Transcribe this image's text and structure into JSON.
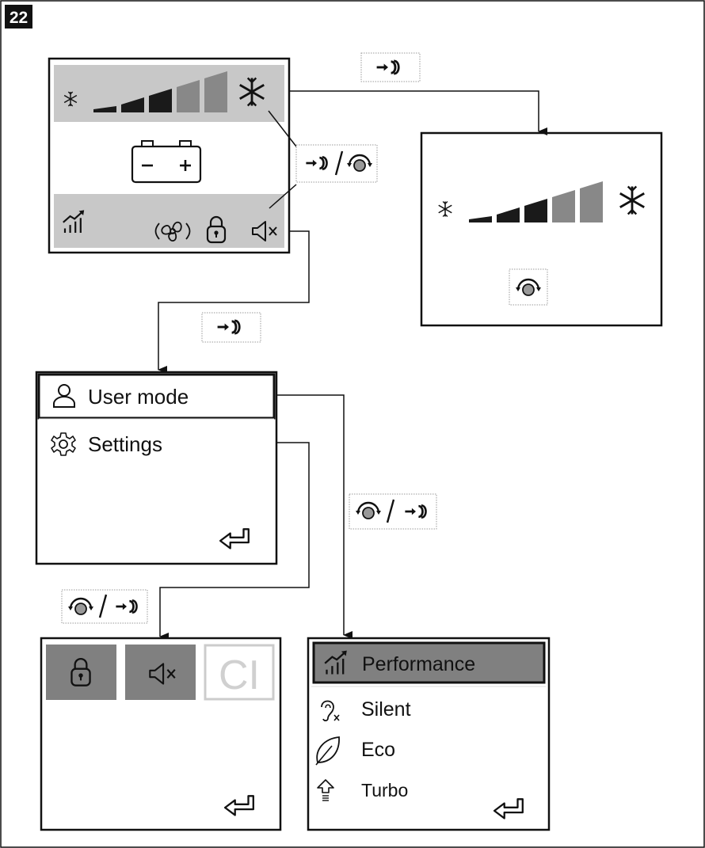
{
  "figure_number": "22",
  "menu": {
    "items": [
      {
        "label": "User mode",
        "icon": "user-icon",
        "selected": true
      },
      {
        "label": "Settings",
        "icon": "gear-icon",
        "selected": false
      }
    ],
    "back_icon": "return-arrow-icon"
  },
  "settings_panel": {
    "tiles": [
      "lock-icon",
      "mute-icon",
      "celsius-icon"
    ],
    "tile_text": "CI"
  },
  "user_mode_panel": {
    "items": [
      {
        "label": "Performance",
        "icon": "performance-icon",
        "selected": true
      },
      {
        "label": "Silent",
        "icon": "silent-ear-icon",
        "selected": false
      },
      {
        "label": "Eco",
        "icon": "leaf-icon",
        "selected": false
      },
      {
        "label": "Turbo",
        "icon": "turbo-arrow-icon",
        "selected": false
      }
    ]
  },
  "main_display": {
    "cooling_level_bars": 5,
    "cooling_level_active": 3,
    "status_icons": [
      "performance-icon",
      "fan-icon",
      "lock-icon",
      "mute-icon"
    ],
    "center_icon": "battery-icon"
  },
  "level_display": {
    "cooling_level_bars": 5,
    "cooling_level_active": 3,
    "control_icon": "rotate-knob-icon"
  },
  "colors": {
    "active_bar": "#1a1a1a",
    "inactive_bar": "#888888",
    "highlight_band": "#c8c8c8",
    "tile_fill": "#808080"
  }
}
